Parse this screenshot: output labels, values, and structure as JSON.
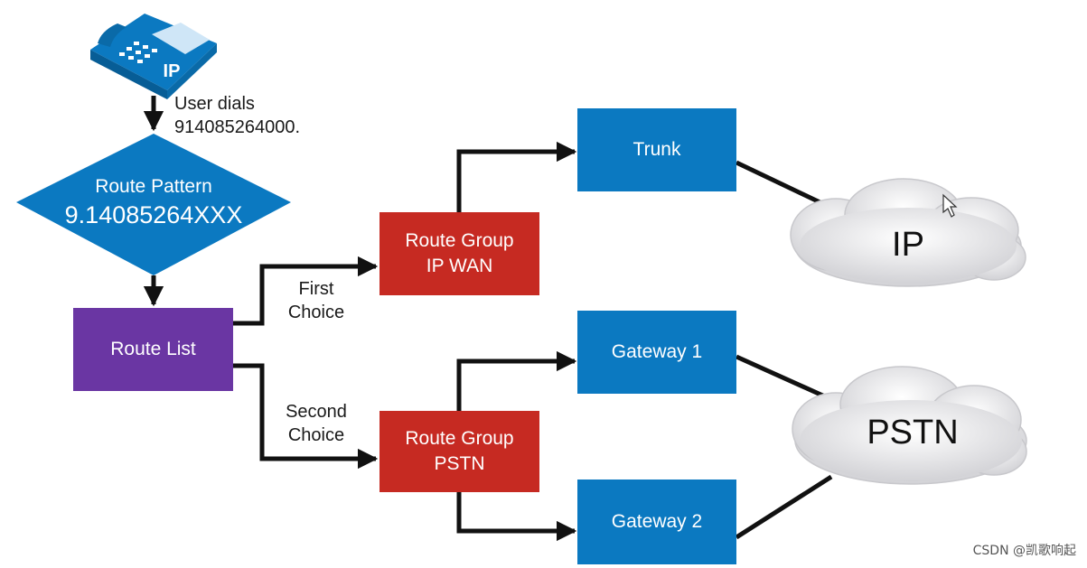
{
  "phone": {
    "label": "IP"
  },
  "user_dials": {
    "line1": "User dials",
    "line2": "914085264000."
  },
  "route_pattern": {
    "line1": "Route Pattern",
    "line2": "9.14085264XXX"
  },
  "route_list": {
    "label": "Route List"
  },
  "first_choice": {
    "line1": "First",
    "line2": "Choice"
  },
  "second_choice": {
    "line1": "Second",
    "line2": "Choice"
  },
  "route_group_ipwan": {
    "line1": "Route Group",
    "line2": "IP WAN"
  },
  "route_group_pstn": {
    "line1": "Route Group",
    "line2": "PSTN"
  },
  "trunk": {
    "label": "Trunk"
  },
  "gateway1": {
    "label": "Gateway 1"
  },
  "gateway2": {
    "label": "Gateway 2"
  },
  "cloud_ip": {
    "label": "IP"
  },
  "cloud_pstn": {
    "label": "PSTN"
  },
  "watermark": "CSDN @凯歌响起",
  "colors": {
    "blue": "#0b79c1",
    "red": "#c62a22",
    "purple": "#6a36a3",
    "arrow": "#111111",
    "cloud": "#e6e6e8"
  }
}
